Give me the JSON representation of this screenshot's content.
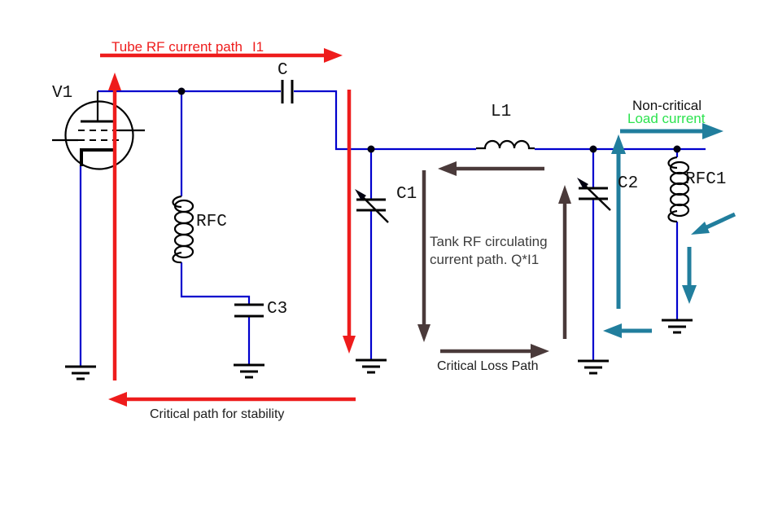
{
  "colors": {
    "wire": "#0000cd",
    "ink": "#000000",
    "critical_red": "#ee1c1c",
    "load_teal": "#217e9d",
    "tank_dark": "#4a3a3a",
    "load_green": "#2ce34f"
  },
  "components": {
    "tube": "V1",
    "coupling_cap": "C",
    "tank_inductor": "L1",
    "plate_choke": "RFC",
    "tune_cap": "C1",
    "load_cap": "C2",
    "bypass_cap": "C3",
    "output_choke": "RFC1"
  },
  "annotations": {
    "tube_path_label": "Tube RF current path",
    "tube_path_current": "I1",
    "non_critical": "Non-critical",
    "load_current": "Load current",
    "tank_line1": "Tank RF circulating",
    "tank_line2": "current path. Q*I1",
    "critical_loss": "Critical Loss Path",
    "critical_stability": "Critical path for stability"
  }
}
